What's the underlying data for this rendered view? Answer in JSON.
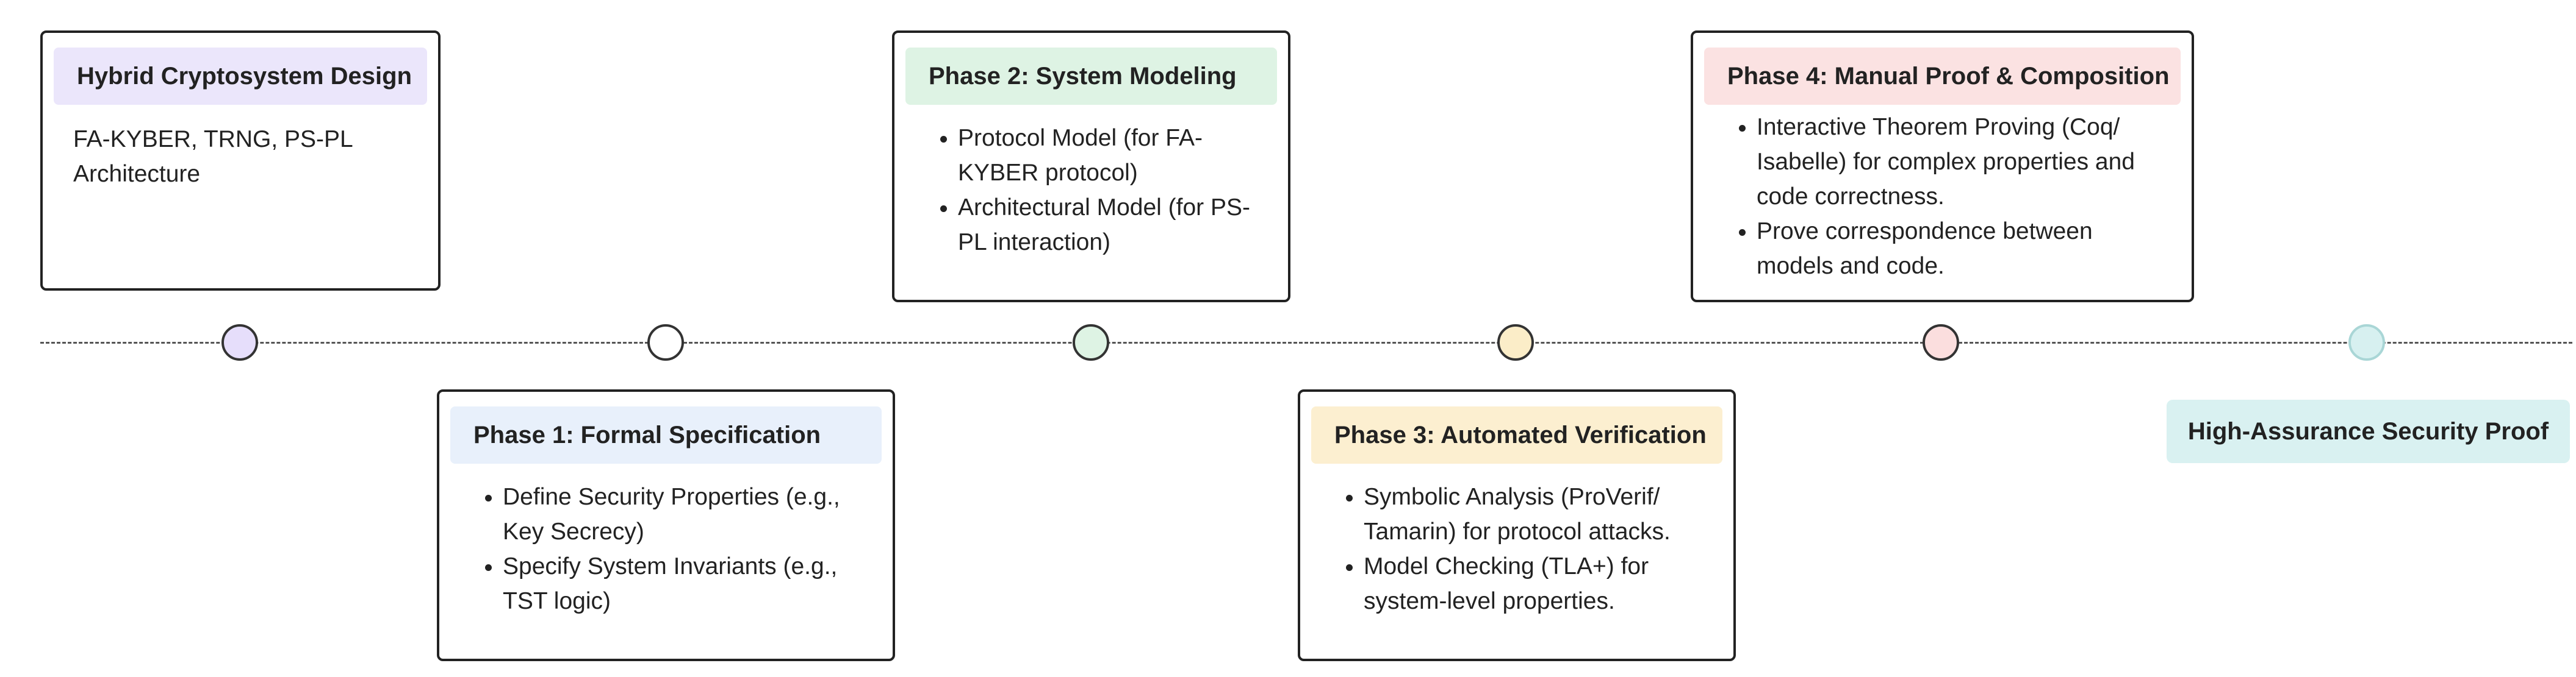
{
  "colors": {
    "purple_bg": "#ebe6fb",
    "purple_node": "#e6defb",
    "blue_bg": "#e8f0fb",
    "white_node": "#ffffff",
    "green_bg": "#def3e4",
    "green_node": "#def3e4",
    "yellow_bg": "#fcefd0",
    "yellow_node": "#fbedc8",
    "pink_bg": "#fbe2e2",
    "pink_node": "#fbdede",
    "teal_bg": "#d9f1f1",
    "teal_node": "#d7f0f0",
    "border": "#222222",
    "timeline": "#555555"
  },
  "stages": [
    {
      "title": "Hybrid Cryptosystem Design",
      "text": "FA-KYBER, TRNG, PS-PL Architecture"
    },
    {
      "title": "Phase 1: Formal Specification",
      "bullets": [
        "Define Security Properties (e.g., Key Secrecy)",
        "Specify System Invariants (e.g., TST logic)"
      ]
    },
    {
      "title": "Phase 2: System Modeling",
      "bullets": [
        "Protocol Model (for FA-KYBER protocol)",
        "Architectural Model (for PS-PL interaction)"
      ]
    },
    {
      "title": "Phase 3: Automated Verification",
      "bullets": [
        "Symbolic Analysis (ProVerif/ Tamarin) for protocol attacks.",
        "Model Checking (TLA+) for system-level properties."
      ]
    },
    {
      "title": "Phase 4: Manual Proof & Composition",
      "bullets": [
        "Interactive Theorem Proving (Coq/ Isabelle) for complex properties and code correctness.",
        "Prove correspondence between models and code."
      ]
    },
    {
      "title": "High-Assurance Security Proof"
    }
  ]
}
